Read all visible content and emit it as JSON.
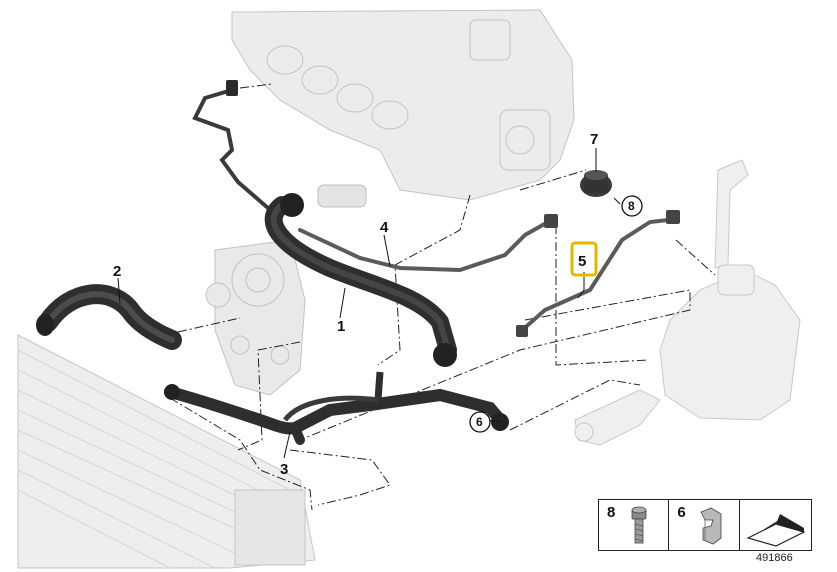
{
  "callouts": {
    "c1": "1",
    "c2": "2",
    "c3": "3",
    "c4": "4",
    "c5": "5",
    "c6": "6",
    "c7": "7",
    "c8": "8"
  },
  "highlight_color": "#e3b800",
  "legend": {
    "left_num": "8",
    "mid_num": "6"
  },
  "diagram_number": "491866"
}
